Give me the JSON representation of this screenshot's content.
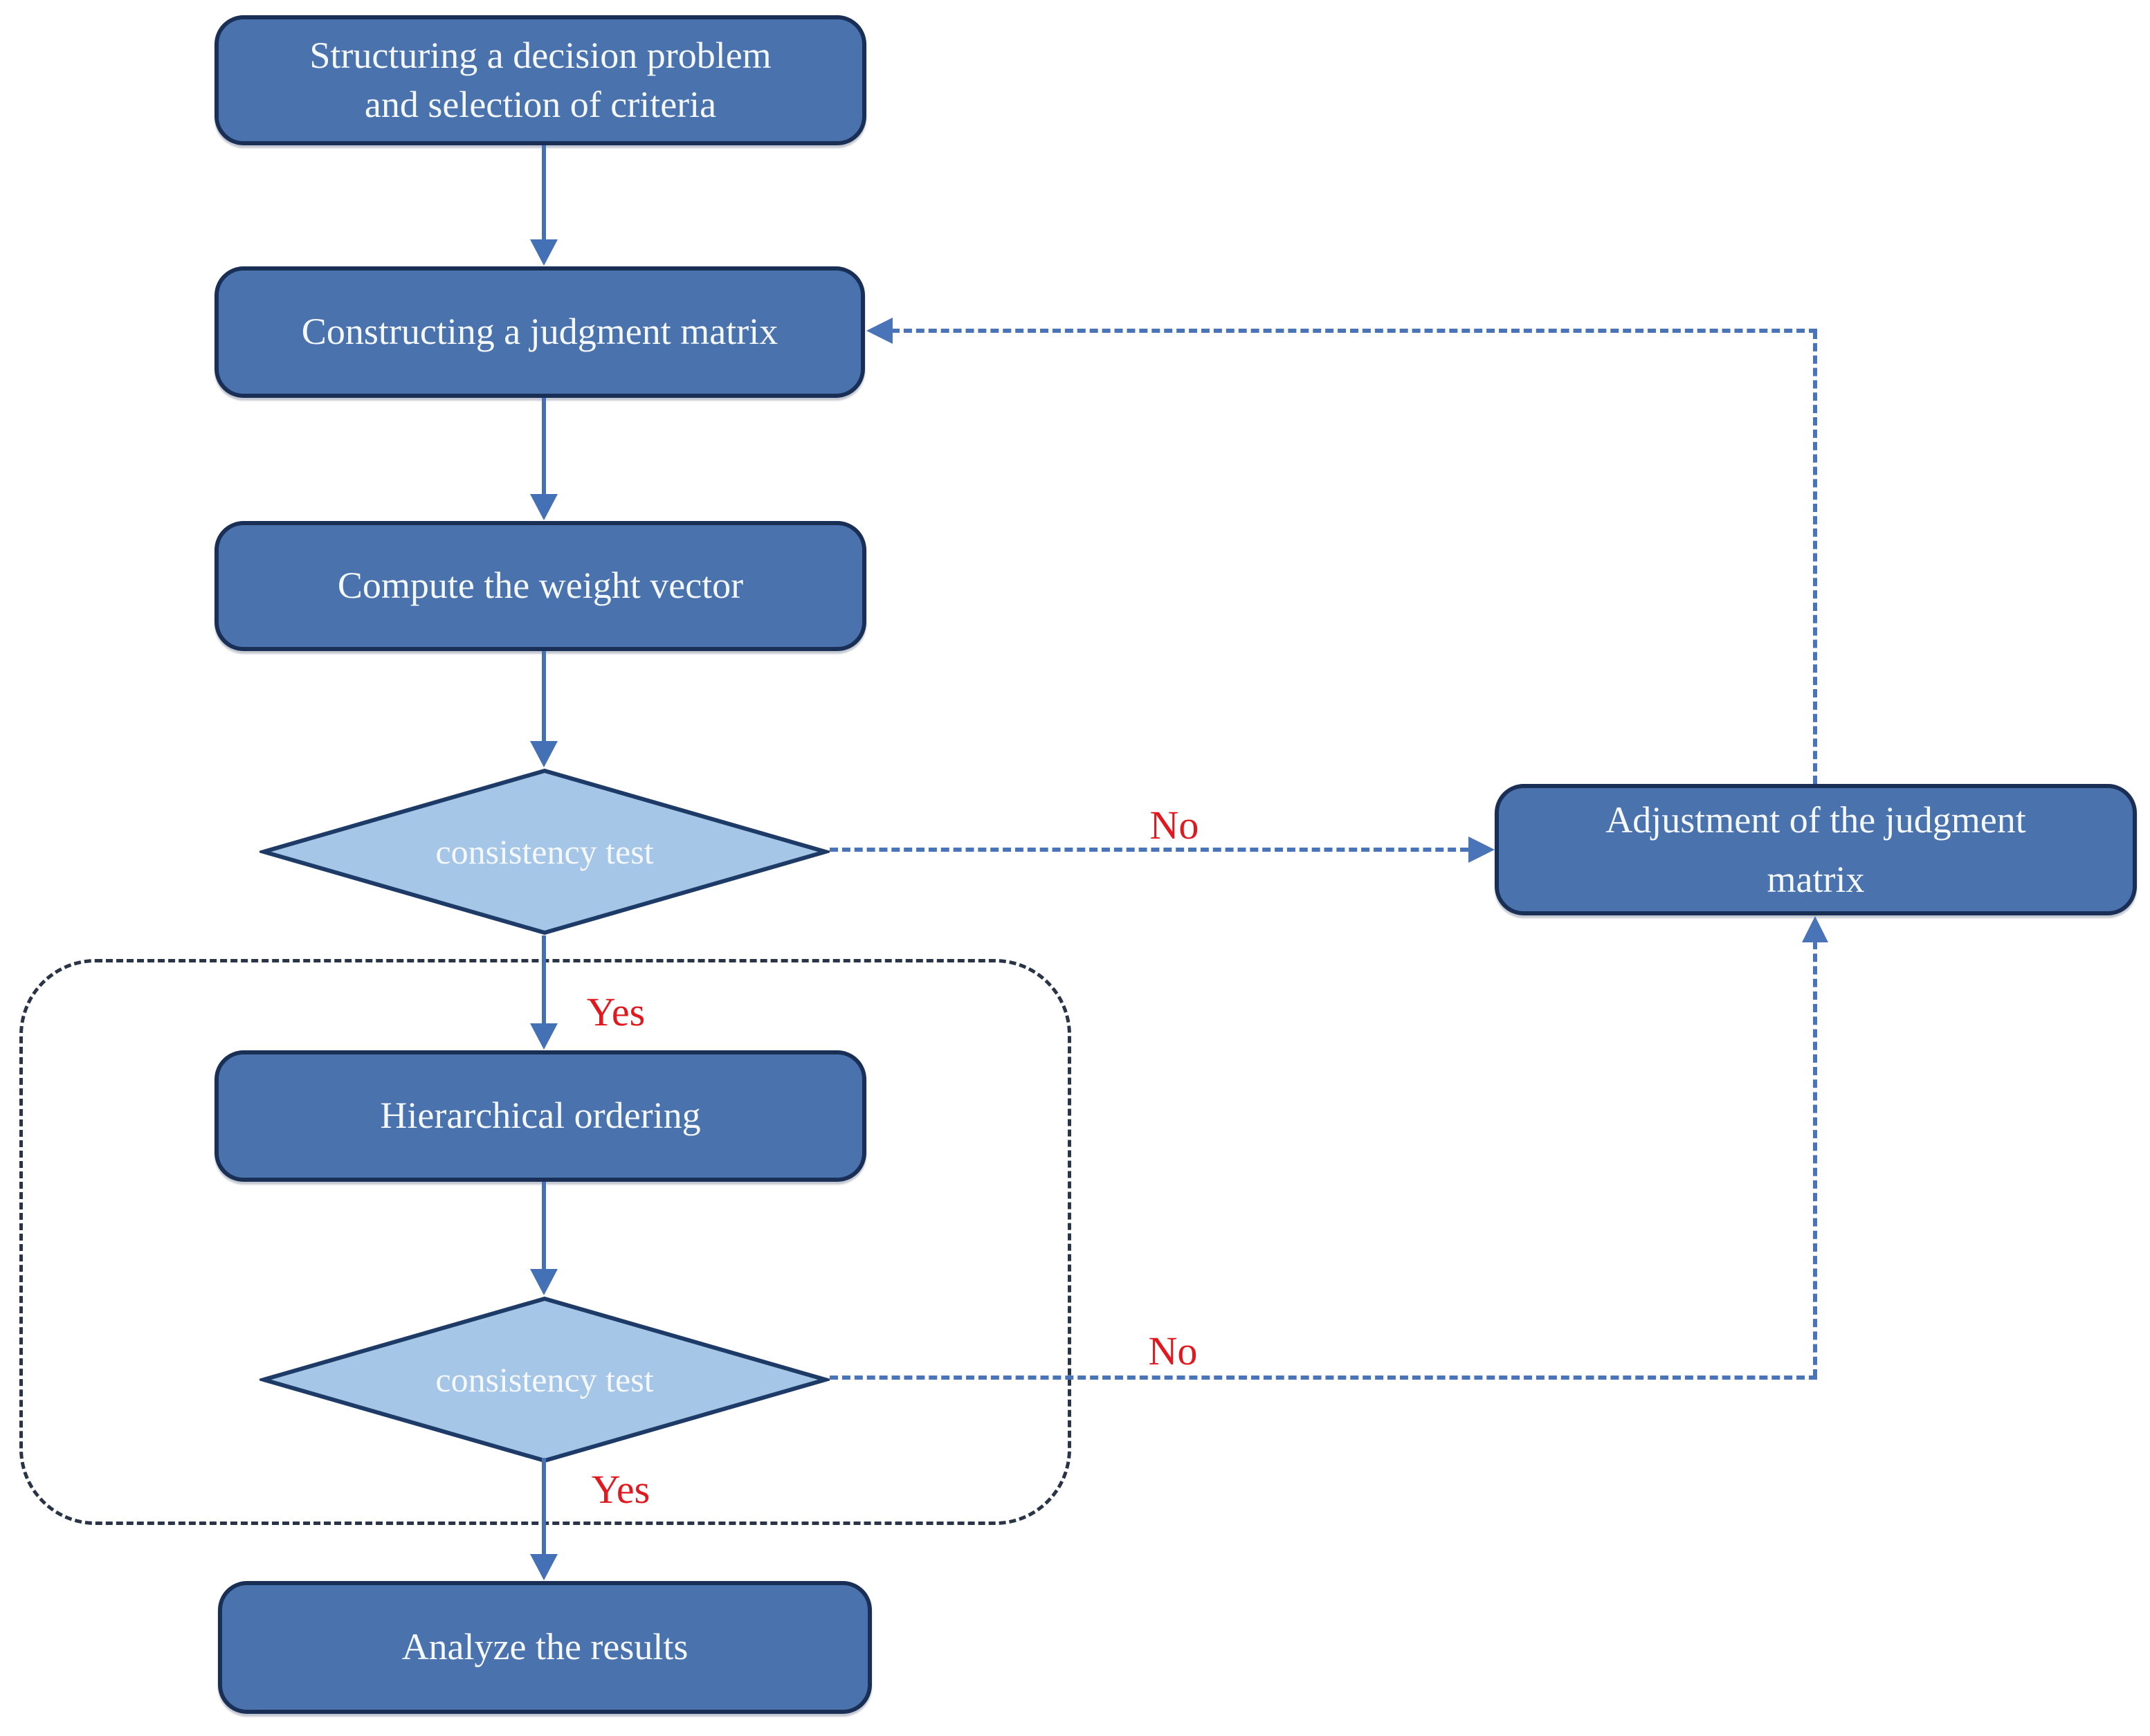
{
  "colors": {
    "process_fill": "#4a73ae",
    "process_border": "#1a2f55",
    "decision_fill": "#a5c6e6",
    "decision_border": "#1e3a66",
    "arrow": "#4471b6",
    "dashed": "#4a74b8",
    "loop_border": "#2a3447",
    "label_red": "#e1181e",
    "node_text": "#f5f8fc",
    "page_bg": "#ffffff"
  },
  "nodes": {
    "structuring": {
      "label": "Structuring a decision problem and selection of criteria"
    },
    "constructing": {
      "label": "Constructing a judgment matrix"
    },
    "compute": {
      "label": "Compute the weight vector"
    },
    "consistency_test_1": {
      "label": "consistency test"
    },
    "hierarchical": {
      "label": "Hierarchical ordering"
    },
    "consistency_test_2": {
      "label": "consistency test"
    },
    "analyze": {
      "label": "Analyze the results"
    },
    "adjustment": {
      "label": "Adjustment of the judgment matrix"
    }
  },
  "edge_labels": {
    "no_top": "No",
    "no_bottom": "No",
    "yes_top": "Yes",
    "yes_bottom": "Yes"
  }
}
